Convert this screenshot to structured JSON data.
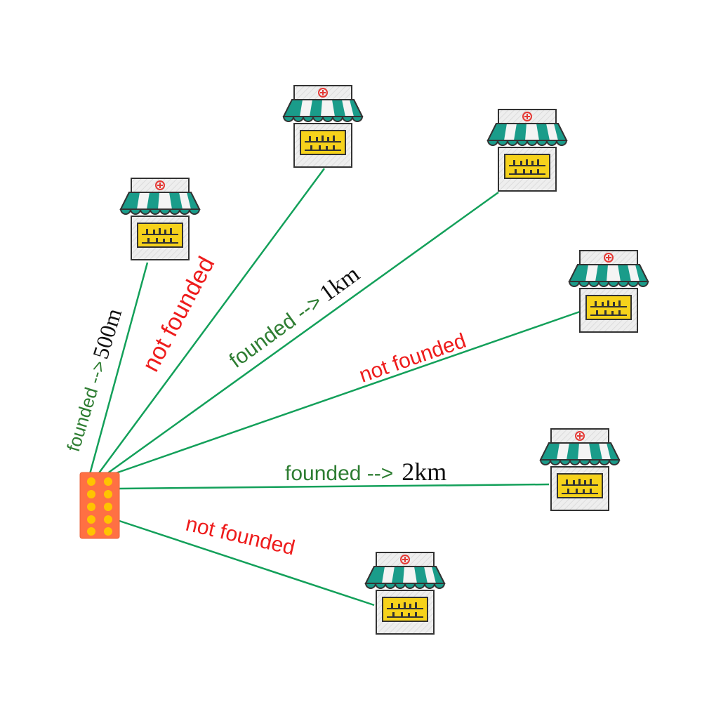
{
  "colors": {
    "link_line": "#13a05a",
    "found_text": "#2e7d32",
    "not_found_text": "#ee1c1c",
    "distance_text": "#111111",
    "pill_pack": "#ff7043",
    "pill": "#ffc400",
    "awning_teal": "#1a9c8a",
    "awning_white": "#f4f4f4",
    "shop_body": "#eeeeee",
    "shop_sign": "#f6d21b",
    "outline": "#333333",
    "cross": "#e53935"
  },
  "source": {
    "icon": "pill-pack-icon"
  },
  "connections": [
    {
      "status": "found",
      "label": "founded -->",
      "distance": "500m",
      "icon": "pharmacy-shop-icon"
    },
    {
      "status": "not_found",
      "label": "not founded",
      "icon": "pharmacy-shop-icon"
    },
    {
      "status": "found",
      "label": "founded -->",
      "distance": "1km",
      "icon": "pharmacy-shop-icon"
    },
    {
      "status": "not_found",
      "label": "not founded",
      "icon": "pharmacy-shop-icon"
    },
    {
      "status": "found",
      "label": "founded -->",
      "distance": "2km",
      "icon": "pharmacy-shop-icon"
    },
    {
      "status": "not_found",
      "label": "not founded",
      "icon": "pharmacy-shop-icon"
    }
  ]
}
